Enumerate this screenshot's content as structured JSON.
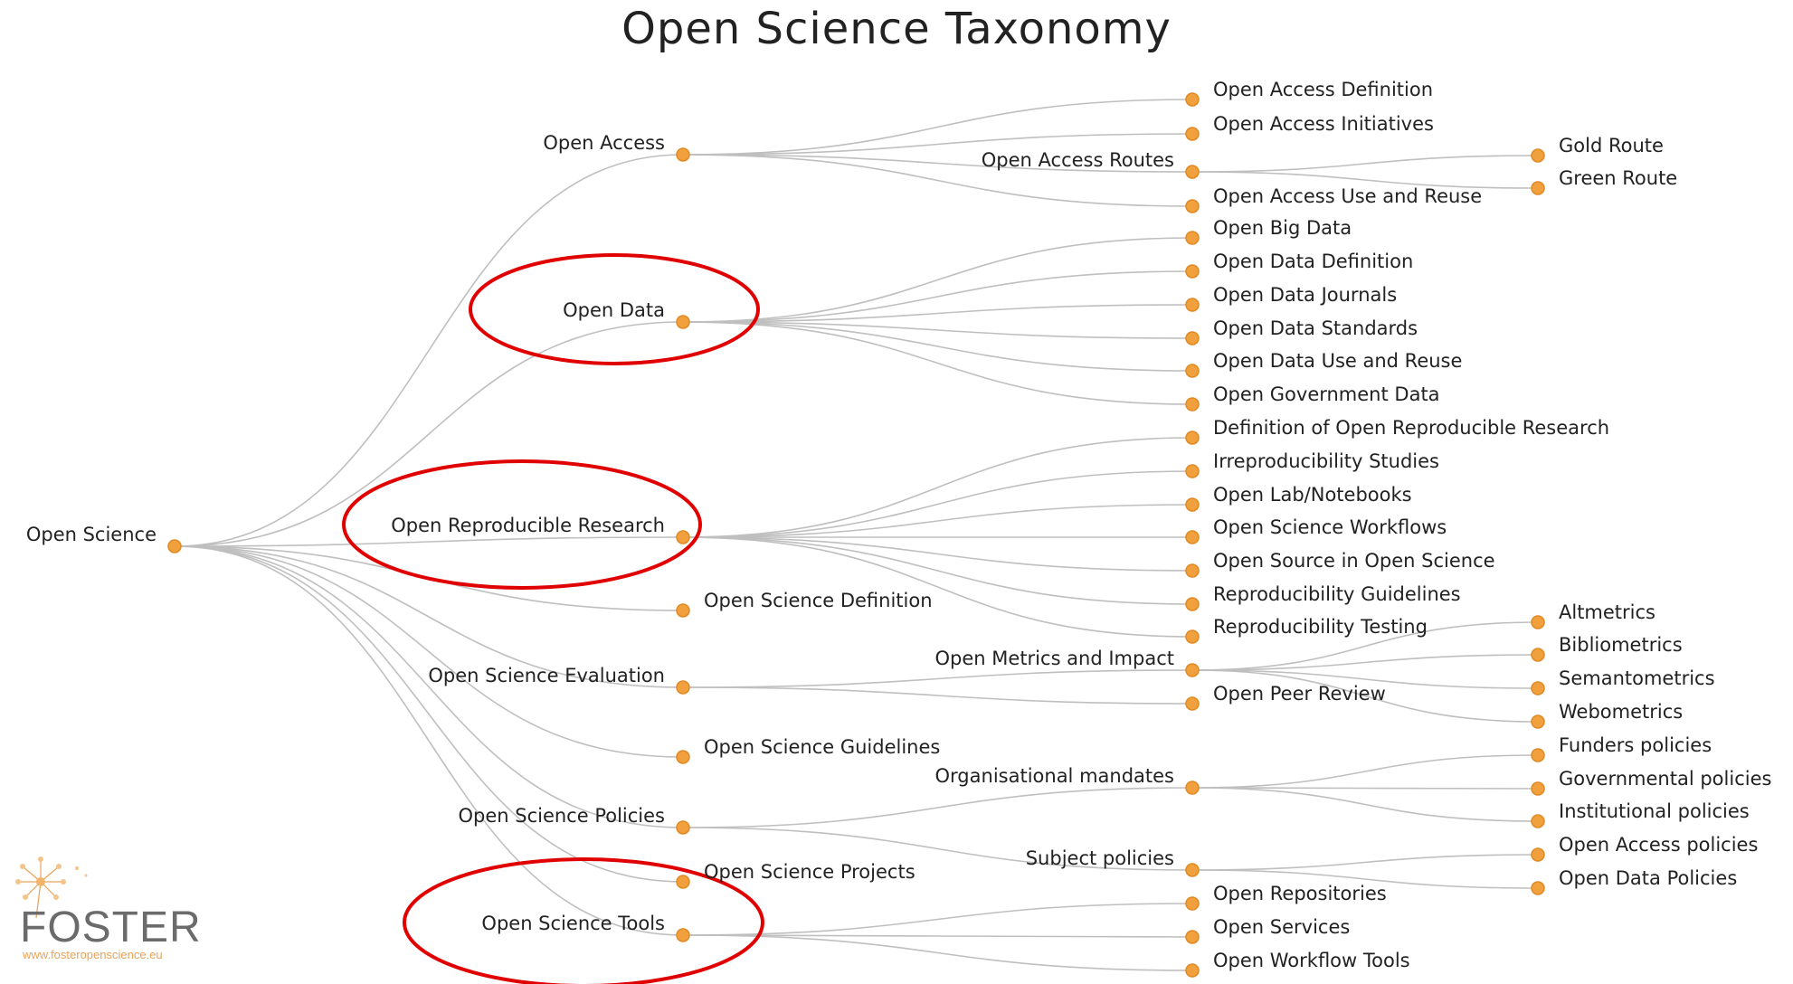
{
  "title": "Open Science Taxonomy",
  "logo": {
    "name": "FOSTER",
    "url": "www.fosteropenscience.eu"
  },
  "colors": {
    "node": "#f0a03c",
    "node_stroke": "#e08a25",
    "edge": "#bfbfbf",
    "highlight": "#e00000",
    "text": "#222222"
  },
  "tree": {
    "label": "Open Science",
    "children": [
      {
        "label": "Open Access",
        "children": [
          {
            "label": "Open Access Definition"
          },
          {
            "label": "Open Access Initiatives"
          },
          {
            "label": "Open Access Routes",
            "children": [
              {
                "label": "Gold Route"
              },
              {
                "label": "Green Route"
              }
            ]
          },
          {
            "label": "Open Access Use and Reuse"
          }
        ]
      },
      {
        "label": "Open Data",
        "highlighted": true,
        "children": [
          {
            "label": "Open Big Data"
          },
          {
            "label": "Open Data Definition"
          },
          {
            "label": "Open Data Journals"
          },
          {
            "label": "Open Data Standards"
          },
          {
            "label": "Open Data Use and Reuse"
          },
          {
            "label": "Open Government Data"
          }
        ]
      },
      {
        "label": "Open Reproducible Research",
        "highlighted": true,
        "children": [
          {
            "label": "Definition of Open Reproducible Research"
          },
          {
            "label": "Irreproducibility Studies"
          },
          {
            "label": "Open Lab/Notebooks"
          },
          {
            "label": "Open Science Workflows"
          },
          {
            "label": "Open Source in Open Science"
          },
          {
            "label": "Reproducibility Guidelines"
          },
          {
            "label": "Reproducibility Testing"
          }
        ]
      },
      {
        "label": "Open Science Definition"
      },
      {
        "label": "Open Science Evaluation",
        "children": [
          {
            "label": "Open Metrics and Impact",
            "children": [
              {
                "label": "Altmetrics"
              },
              {
                "label": "Bibliometrics"
              },
              {
                "label": "Semantometrics"
              },
              {
                "label": "Webometrics"
              }
            ]
          },
          {
            "label": "Open Peer Review"
          }
        ]
      },
      {
        "label": "Open Science Guidelines"
      },
      {
        "label": "Open Science Policies",
        "children": [
          {
            "label": "Organisational mandates",
            "children": [
              {
                "label": "Funders policies"
              },
              {
                "label": "Governmental policies"
              },
              {
                "label": "Institutional policies"
              }
            ]
          },
          {
            "label": "Subject policies",
            "children": [
              {
                "label": "Open Access policies"
              },
              {
                "label": "Open Data Policies"
              }
            ]
          }
        ]
      },
      {
        "label": "Open Science Projects"
      },
      {
        "label": "Open Science Tools",
        "highlighted": true,
        "children": [
          {
            "label": "Open Repositories"
          },
          {
            "label": "Open Services"
          },
          {
            "label": "Open Workflow Tools"
          }
        ]
      }
    ]
  }
}
